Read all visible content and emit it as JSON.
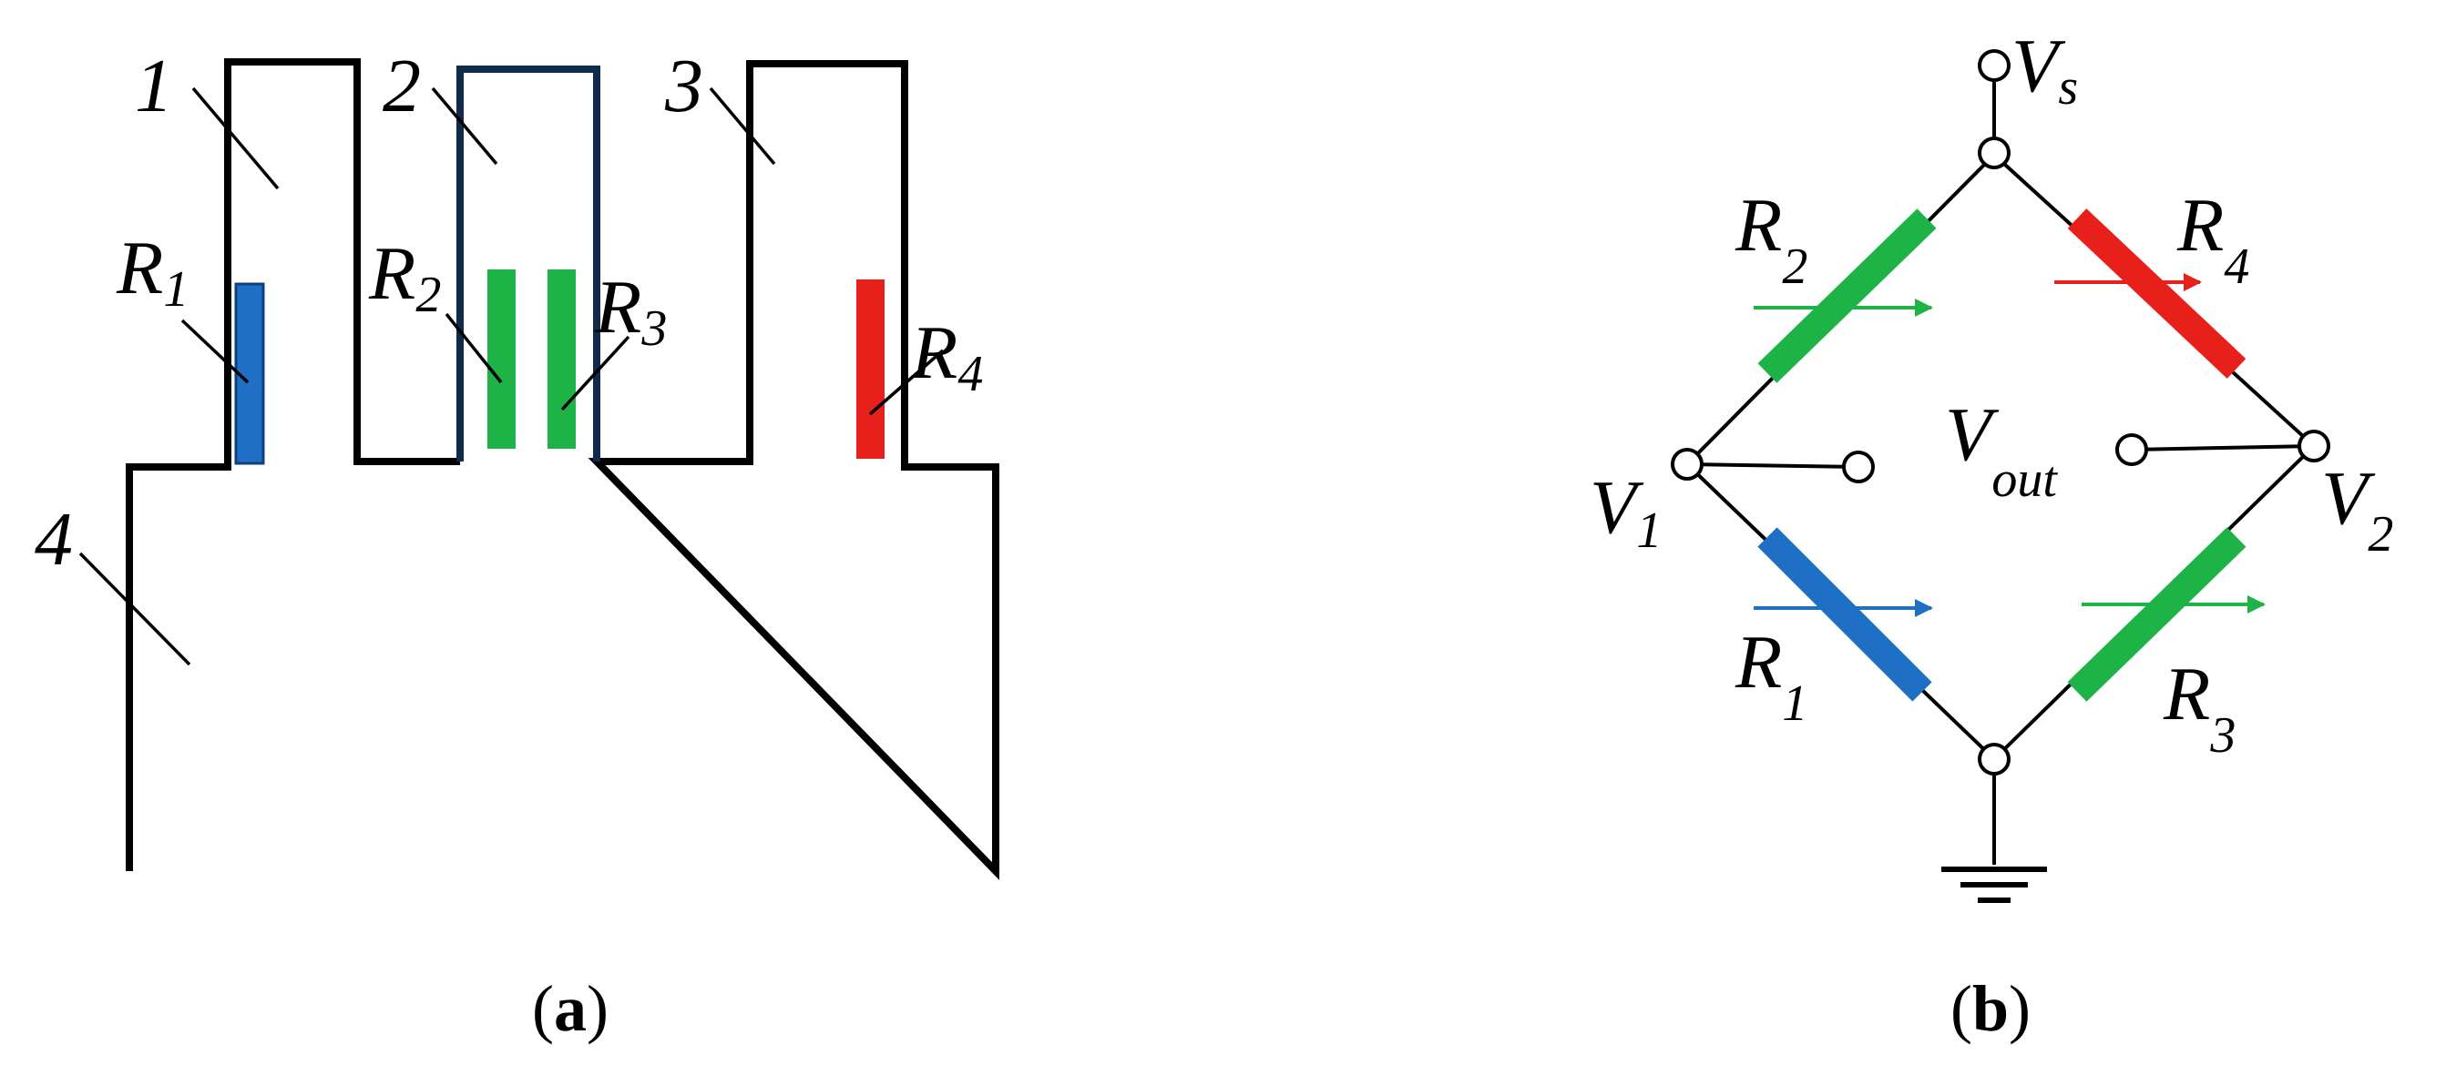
{
  "colors": {
    "blue": "#1F6FC5",
    "green": "#1DB347",
    "red": "#E8201C",
    "dark_blue_outline": "#0F2A4A",
    "black": "#000000"
  },
  "panel_a": {
    "caption": {
      "open": "(",
      "letter": "a",
      "close": ")"
    },
    "part_labels": [
      "1",
      "2",
      "3",
      "4"
    ],
    "resistors": [
      {
        "main": "R",
        "sub": "1",
        "color": "blue"
      },
      {
        "main": "R",
        "sub": "2",
        "color": "green"
      },
      {
        "main": "R",
        "sub": "3",
        "color": "green"
      },
      {
        "main": "R",
        "sub": "4",
        "color": "red"
      }
    ]
  },
  "panel_b": {
    "caption": {
      "open": "(",
      "letter": "b",
      "close": ")"
    },
    "supply": {
      "main": "V",
      "sub": "s"
    },
    "out": {
      "main": "V",
      "sub": "out"
    },
    "v1": {
      "main": "V",
      "sub": "1"
    },
    "v2": {
      "main": "V",
      "sub": "2"
    },
    "resistors": [
      {
        "main": "R",
        "sub": "2",
        "color": "green"
      },
      {
        "main": "R",
        "sub": "4",
        "color": "red"
      },
      {
        "main": "R",
        "sub": "1",
        "color": "blue"
      },
      {
        "main": "R",
        "sub": "3",
        "color": "green"
      }
    ]
  }
}
